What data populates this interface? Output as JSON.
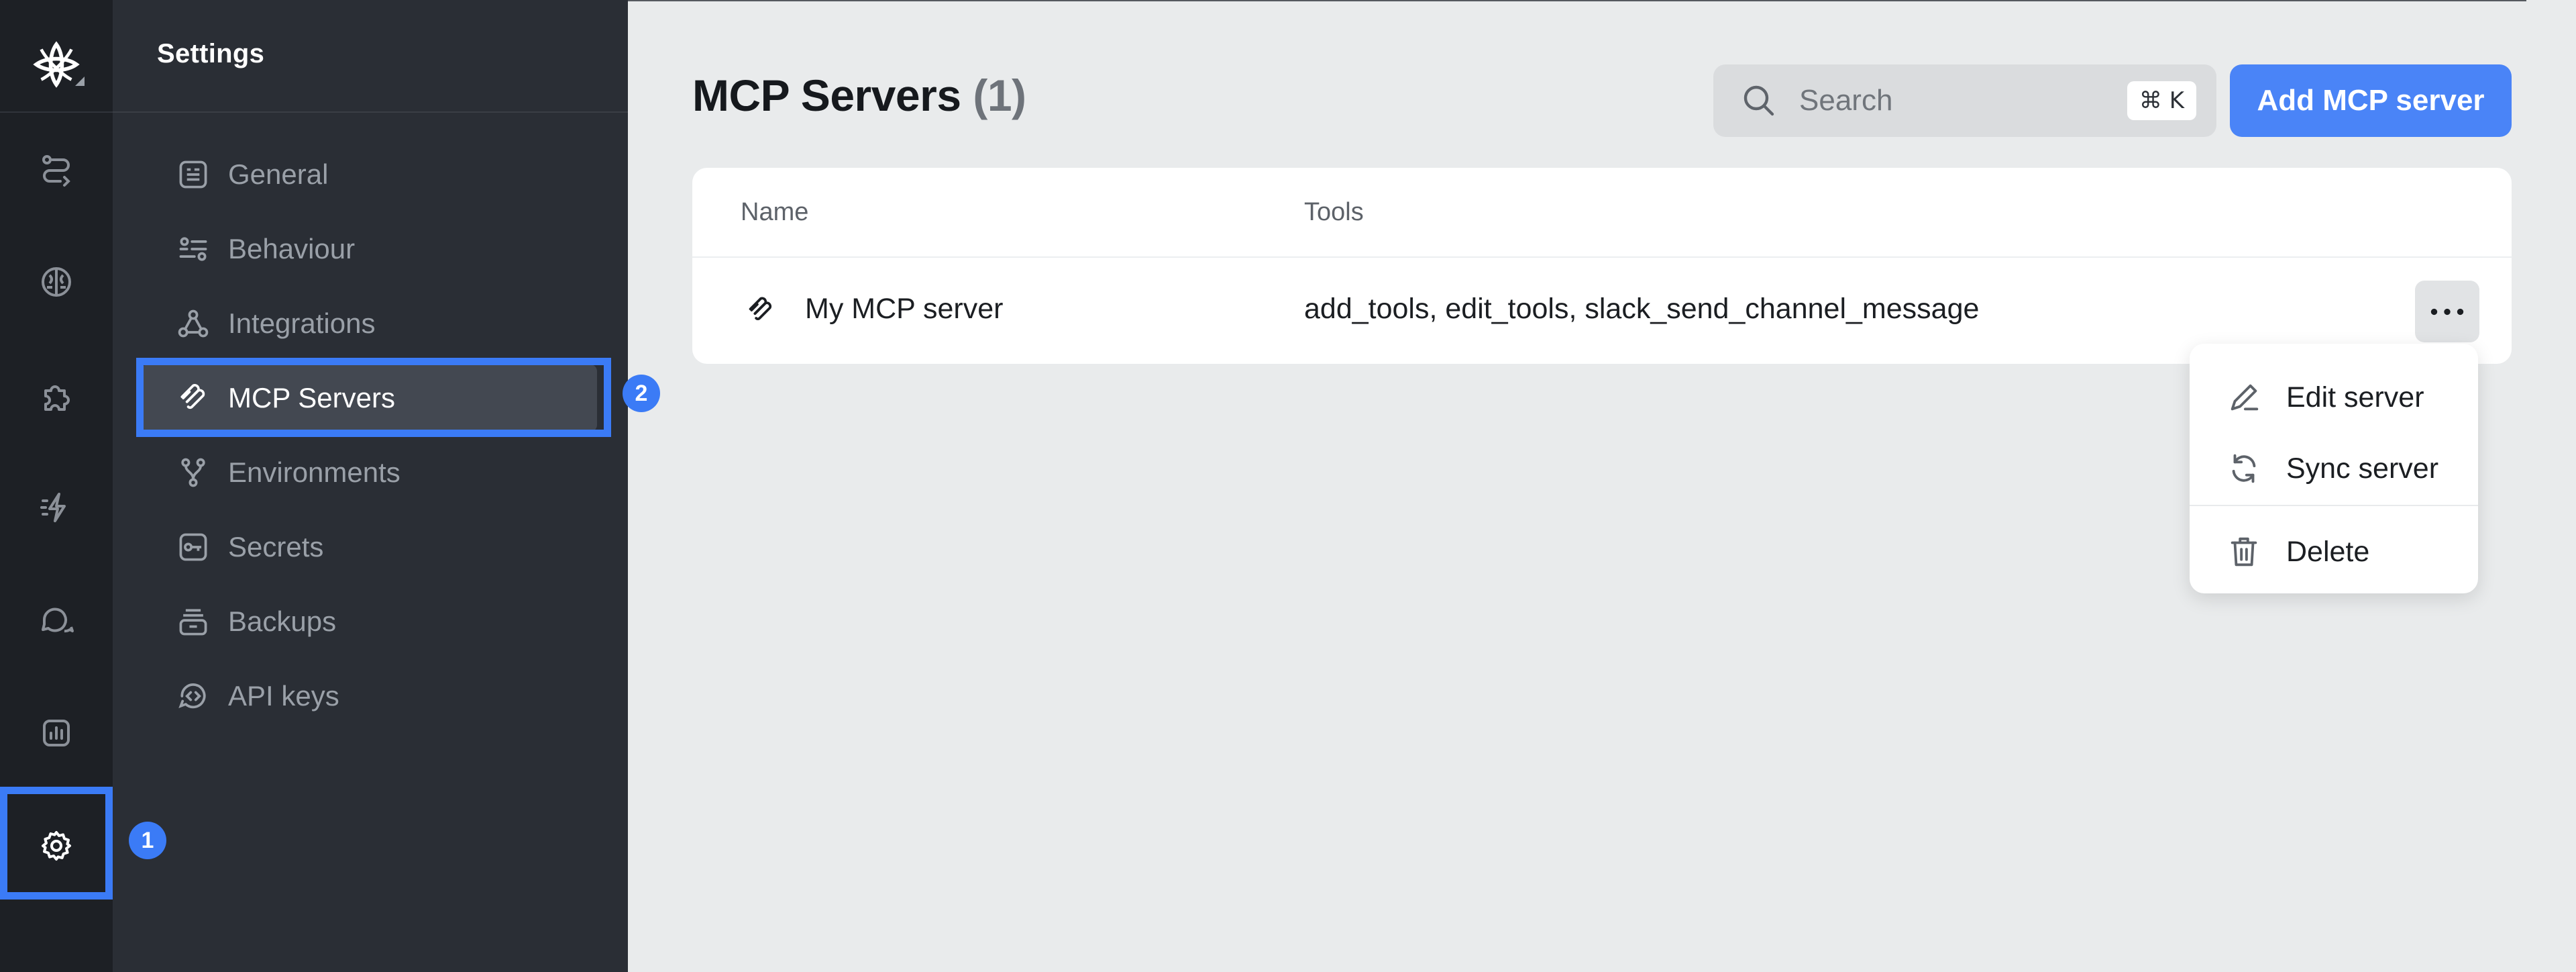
{
  "sidebar": {
    "title": "Settings",
    "items": [
      {
        "label": "General"
      },
      {
        "label": "Behaviour"
      },
      {
        "label": "Integrations"
      },
      {
        "label": "MCP Servers"
      },
      {
        "label": "Environments"
      },
      {
        "label": "Secrets"
      },
      {
        "label": "Backups"
      },
      {
        "label": "API keys"
      }
    ],
    "active": "MCP Servers"
  },
  "rail": {
    "icons": [
      "workflow-icon",
      "brain-icon",
      "puzzle-icon",
      "bolt-icon",
      "chat-icon",
      "analytics-icon",
      "settings-icon"
    ]
  },
  "annotations": {
    "badge1": "1",
    "badge2": "2",
    "color": "#3b7bf6"
  },
  "header": {
    "title": "MCP Servers",
    "count": "(1)",
    "search_placeholder": "Search",
    "shortcut": "⌘ K",
    "add_button": "Add MCP server"
  },
  "table": {
    "columns": [
      "Name",
      "Tools"
    ],
    "rows": [
      {
        "name": "My MCP server",
        "tools": "add_tools, edit_tools, slack_send_channel_message"
      }
    ]
  },
  "context_menu": {
    "items": [
      {
        "label": "Edit server"
      },
      {
        "label": "Sync server"
      },
      {
        "label": "Delete"
      }
    ]
  },
  "colors": {
    "accent": "#4a84f7",
    "rail_bg": "#1d2025",
    "sidebar_bg": "#2a2e35",
    "main_bg": "#e9ebec"
  }
}
